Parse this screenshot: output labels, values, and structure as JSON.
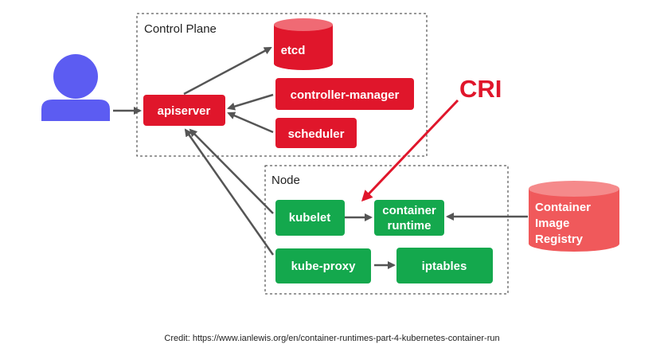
{
  "groups": {
    "control_plane": "Control Plane",
    "node": "Node"
  },
  "components": {
    "etcd": "etcd",
    "apiserver": "apiserver",
    "controller_manager": "controller-manager",
    "scheduler": "scheduler",
    "kubelet": "kubelet",
    "container_runtime_line1": "container",
    "container_runtime_line2": "runtime",
    "kube_proxy": "kube-proxy",
    "iptables": "iptables"
  },
  "registry": {
    "line1": "Container",
    "line2": "Image",
    "line3": "Registry"
  },
  "annotation": {
    "cri": "CRI"
  },
  "credit": "Credit: https://www.ianlewis.org/en/container-runtimes-part-4-kubernetes-container-run",
  "colors": {
    "control_plane": "#e0162b",
    "node": "#14a84d",
    "registry": "#f0595b",
    "user": "#5c5cf2",
    "arrow": "#555555",
    "cri_arrow": "#e0162b"
  },
  "icons": {
    "user": "user-icon"
  }
}
